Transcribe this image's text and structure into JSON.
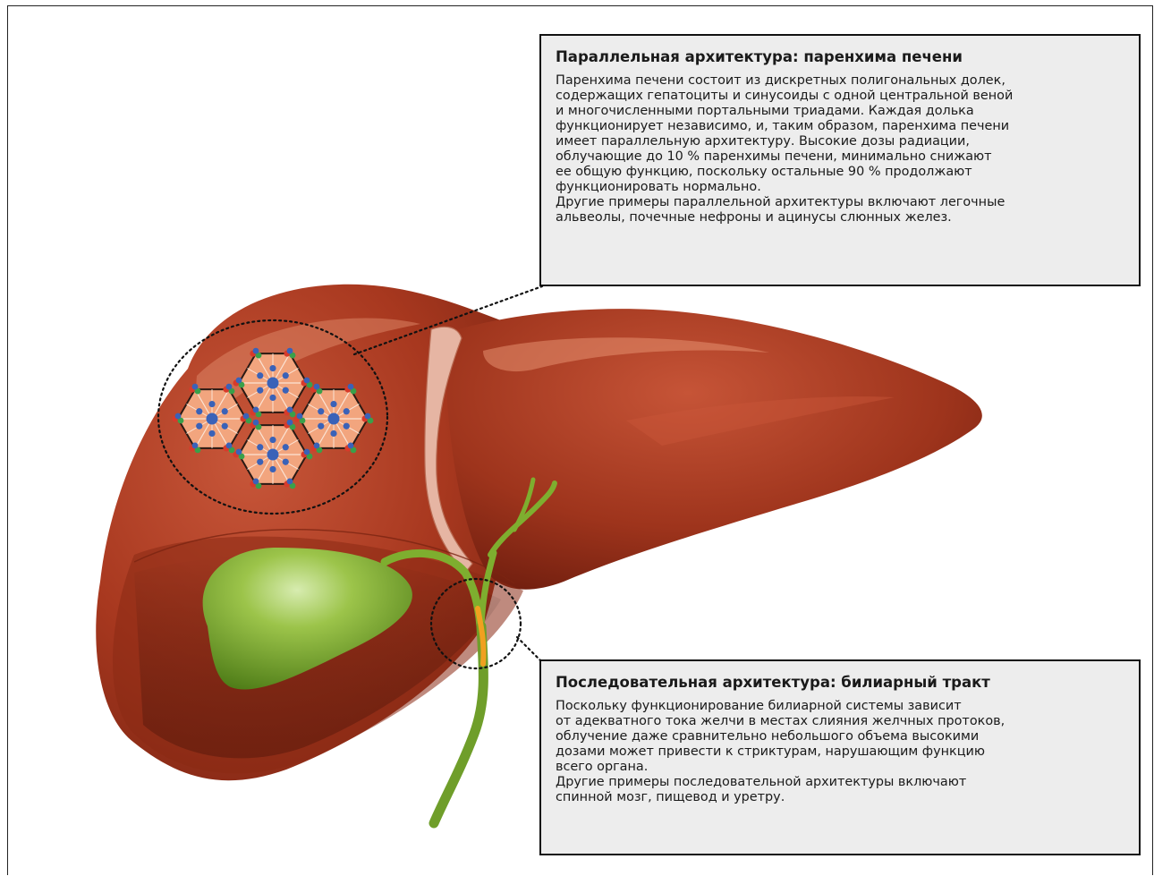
{
  "parallel_callout": {
    "title": "Параллельная архитектура: паренхима печени",
    "lines": [
      "Паренхима печени состоит из дискретных полигональных долек,",
      "содержащих гепатоциты и синусоиды с одной центральной веной",
      "и многочисленными портальными триадами. Каждая долька",
      "функционирует независимо, и, таким образом, паренхима печени",
      "имеет параллельную архитектуру. Высокие дозы радиации,",
      "облучающие до 10 % паренхимы печени, минимально снижают",
      "ее общую функцию, поскольку остальные 90 % продолжают",
      "функционировать нормально.",
      "Другие примеры параллельной архитектуры включают легочные",
      "альвеолы, почечные нефроны и ацинусы слюнных желез."
    ]
  },
  "serial_callout": {
    "title": "Последовательная архитектура: билиарный тракт",
    "lines": [
      "Поскольку функционирование билиарной системы зависит",
      "от адекватного тока желчи в местах слияния желчных протоков,",
      "облучение даже сравнительно небольшого объема высокими",
      "дозами может привести к стриктурам, нарушающим функцию",
      "всего органа.",
      "Другие примеры последовательной архитектуры включают",
      "спинной мозг, пищевод и уретру."
    ]
  },
  "colors": {
    "liver": "#a33a22",
    "liver_dark": "#6e1d0e",
    "gallbladder": "#7fae2e",
    "bile_duct": "#6f9e2a",
    "lobule_fill": "#f2a57e",
    "central_vein": "#3a62b8",
    "portal_red": "#d83a2a",
    "portal_green": "#3aa04a",
    "callout_bg": "#ededed"
  }
}
